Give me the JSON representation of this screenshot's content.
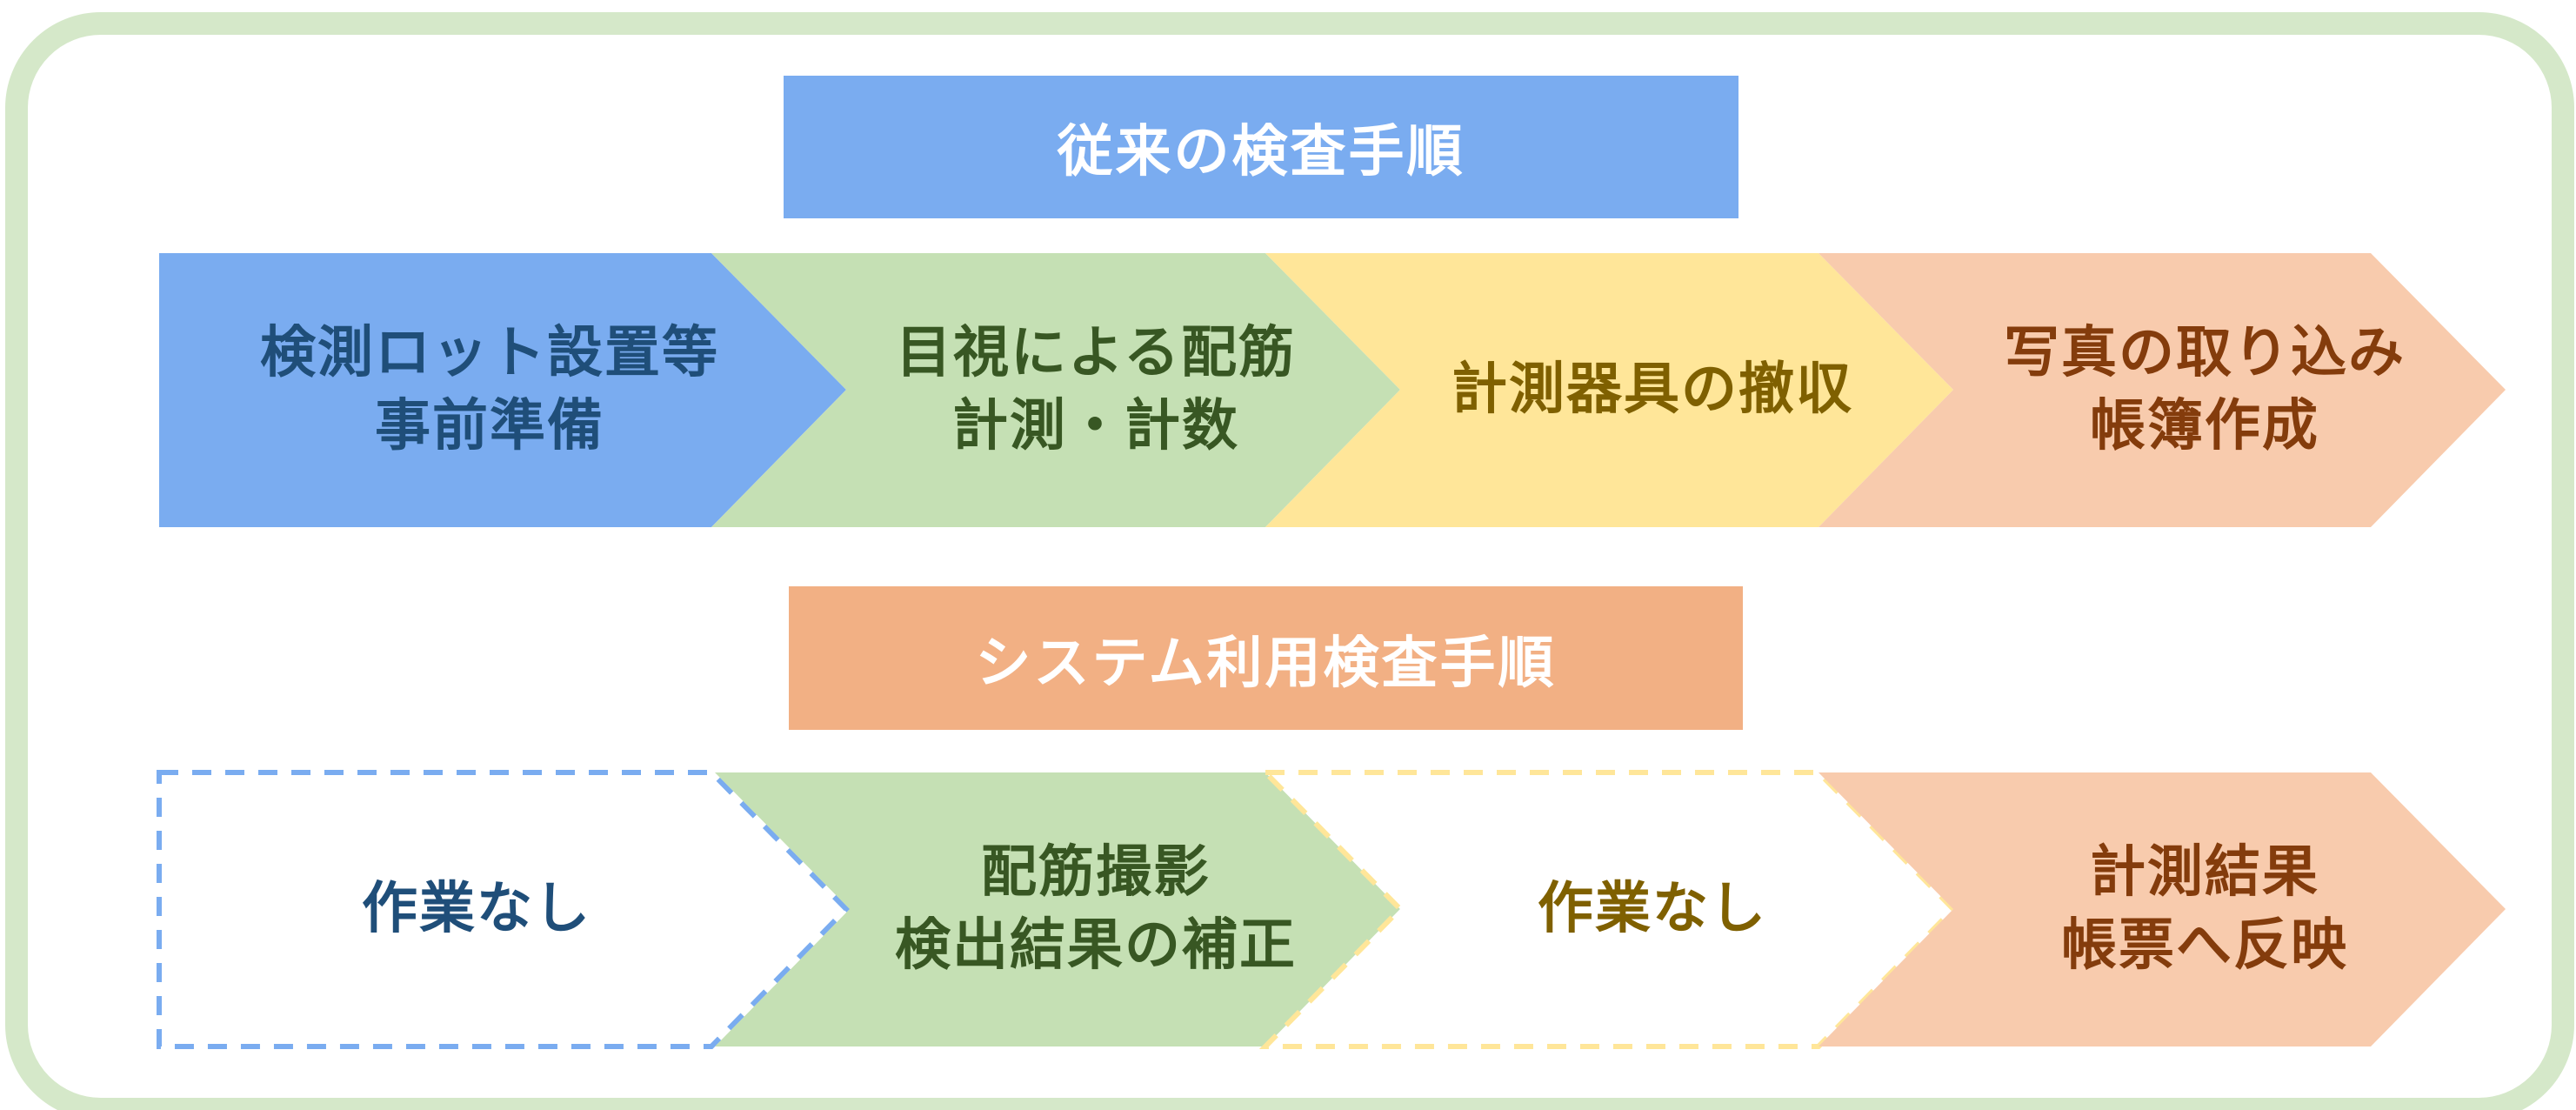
{
  "colors": {
    "frame": "#d5e8c9",
    "blue": "#7aacf0",
    "green": "#c5e0b4",
    "yellow": "#ffe699",
    "peach": "#f8cbad",
    "orange_title": "#f2b084"
  },
  "conventional": {
    "title": "従来の検査手順",
    "steps": [
      {
        "label": "検測ロット設置等\n事前準備"
      },
      {
        "label": "目視による配筋\n計測・計数"
      },
      {
        "label": "計測器具の撤収"
      },
      {
        "label": "写真の取り込み\n帳簿作成"
      }
    ]
  },
  "system": {
    "title": "システム利用検査手順",
    "steps": [
      {
        "label": "作業なし"
      },
      {
        "label": "配筋撮影\n検出結果の補正"
      },
      {
        "label": "作業なし"
      },
      {
        "label": "計測結果\n帳票へ反映"
      }
    ]
  }
}
